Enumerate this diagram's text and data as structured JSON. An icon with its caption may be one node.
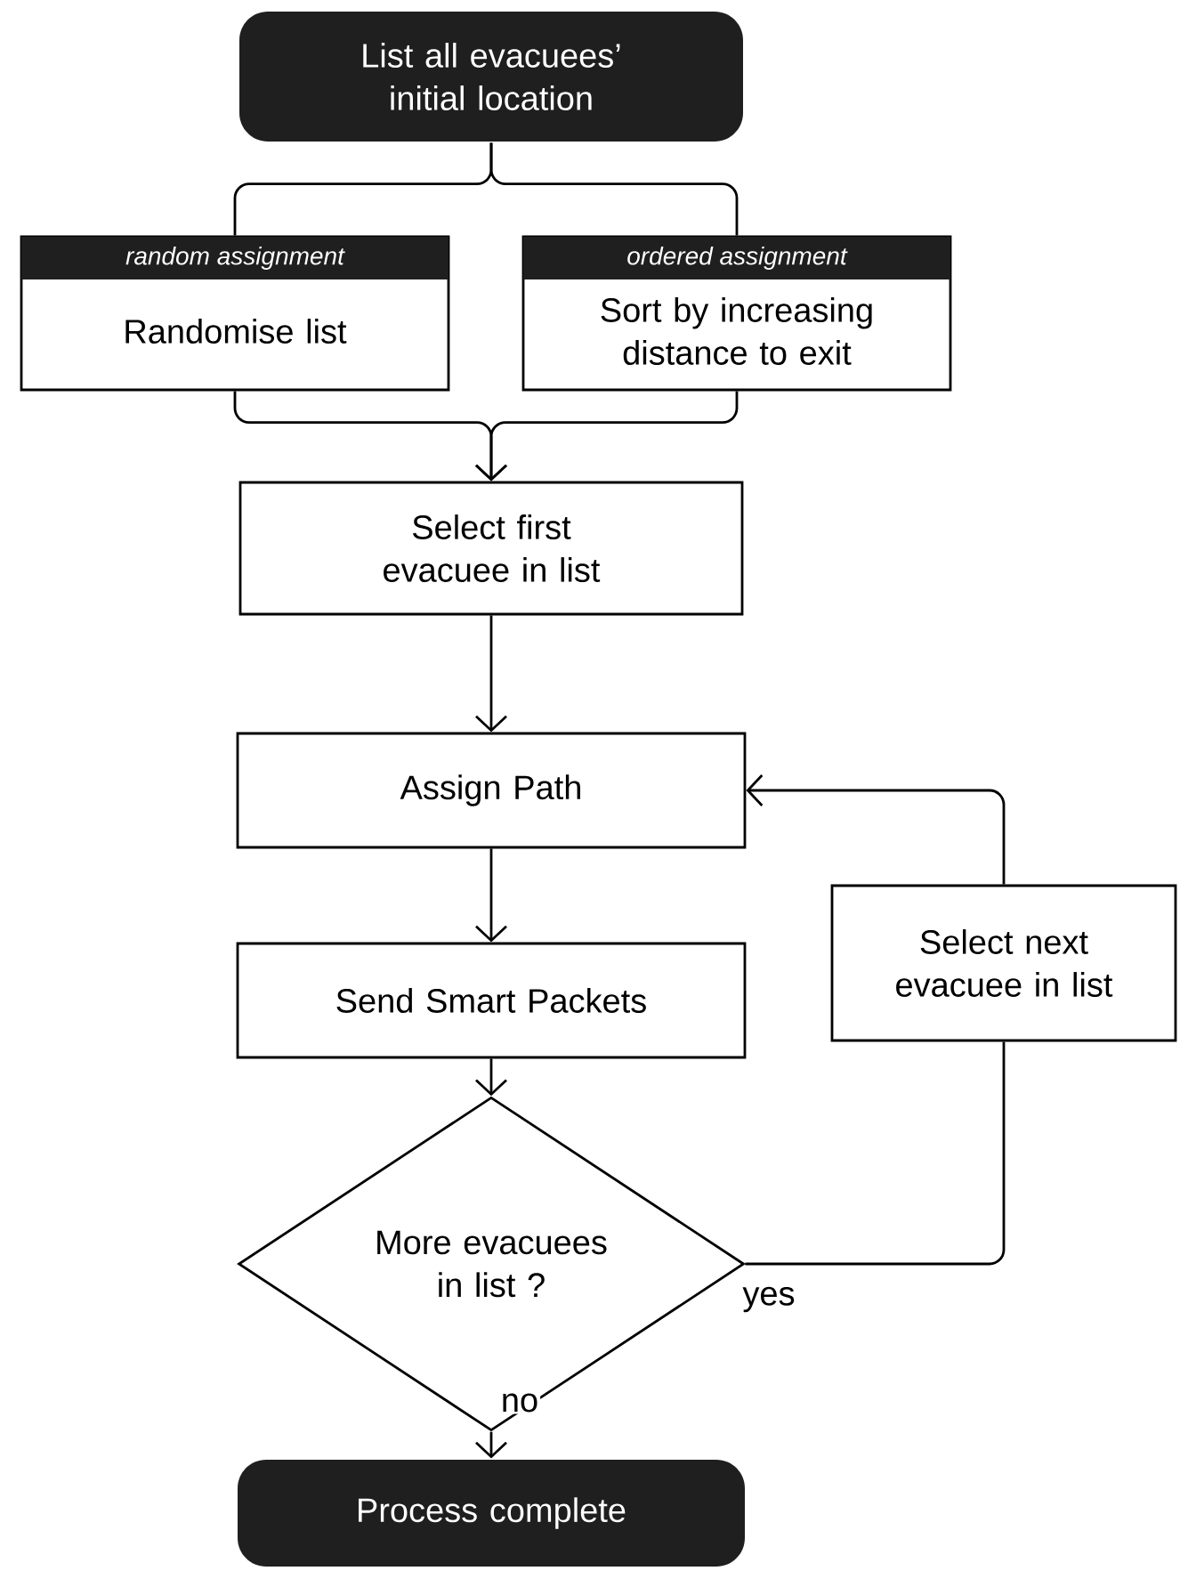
{
  "diagram": {
    "nodes": [
      {
        "text": [
          "List all evacuees’ initial location"
        ]
      },
      {
        "text": [
          "random assignment",
          "Randomise list"
        ]
      },
      {
        "text": [
          "ordered assignment",
          "Sort by increasing distance to exit"
        ]
      },
      {
        "text": [
          "Select first evacuee in list"
        ]
      },
      {
        "text": [
          "Assign Path"
        ]
      },
      {
        "text": [
          "Send Smart Packets"
        ]
      },
      {
        "text": [
          "More evacuees in list ?"
        ]
      },
      {
        "text": [
          "Select next evacuee in list"
        ]
      },
      {
        "text": [
          "Process complete"
        ]
      }
    ],
    "edges": [
      {
        "from": 0,
        "to": 1,
        "arrow": "none"
      },
      {
        "from": 0,
        "to": 2,
        "arrow": "none"
      },
      {
        "from": 1,
        "to": 3,
        "arrow": "to"
      },
      {
        "from": 2,
        "to": 3,
        "arrow": "to"
      },
      {
        "from": 3,
        "to": 4,
        "arrow": "to"
      },
      {
        "from": 4,
        "to": 5,
        "arrow": "to"
      },
      {
        "from": 5,
        "to": 6,
        "arrow": "to"
      },
      {
        "from": 6,
        "to": 7,
        "arrow": "none",
        "label": "yes"
      },
      {
        "from": 7,
        "to": 4,
        "arrow": "to"
      },
      {
        "from": 6,
        "to": 8,
        "arrow": "to",
        "label": "no"
      }
    ]
  }
}
